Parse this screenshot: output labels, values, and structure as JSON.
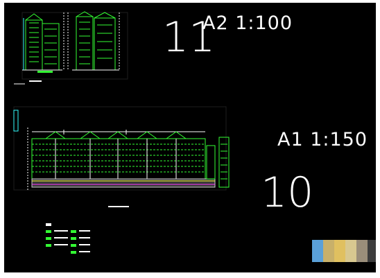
{
  "drawing_sheets": [
    {
      "sheet_number": "11",
      "scale_label": "A2 1:100"
    },
    {
      "sheet_number": "10",
      "scale_label": "A1 1:150"
    }
  ],
  "colors": {
    "background": "#000000",
    "line_white": "#ffffff",
    "line_green": "#33ff33",
    "line_cyan": "#33ffff",
    "line_yellow": "#ffff33",
    "line_magenta": "#ff33ff"
  }
}
